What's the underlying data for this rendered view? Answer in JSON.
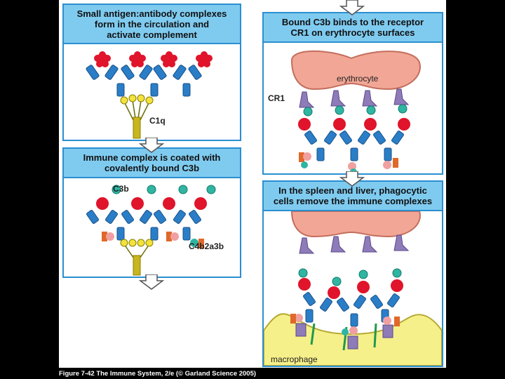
{
  "panels": {
    "p1": {
      "line1": "Small antigen:antibody complexes",
      "line2": "form in the circulation and",
      "line3": "activate complement",
      "label_c1q": "C1q"
    },
    "p2": {
      "line1": "Immune complex is coated with",
      "line2": "covalently bound C3b",
      "label_c3b": "C3b",
      "label_c4b2a3b": "C4b2a3b"
    },
    "p3": {
      "line1": "Bound C3b binds to the receptor",
      "line2": "CR1 on erythrocyte surfaces",
      "label_erythrocyte": "erythrocyte",
      "label_cr1": "CR1"
    },
    "p4": {
      "line1": "In the spleen and liver, phagocytic",
      "line2": "cells remove the immune complexes",
      "label_macrophage": "macrophage"
    }
  },
  "caption": {
    "figure": "Figure 7-42",
    "book": "The Immune System, 2/e",
    "credit": "(© Garland Science 2005)"
  },
  "colors": {
    "panel_border": "#2b8fd0",
    "header_fill": "#7fcbf0",
    "antigen": "#e0142b",
    "antibody": "#2a7ec8",
    "c1q": "#f2e23c",
    "c3b": "#2fb5a2",
    "c4b2a3b_pink": "#f0a0a0",
    "c4b2a3b_orange": "#e0682a",
    "erythrocyte": "#f2a796",
    "cr1": "#8e7bb8",
    "macrophage": "#f6f08a",
    "phagocyte_rod": "#1e9a4c"
  }
}
